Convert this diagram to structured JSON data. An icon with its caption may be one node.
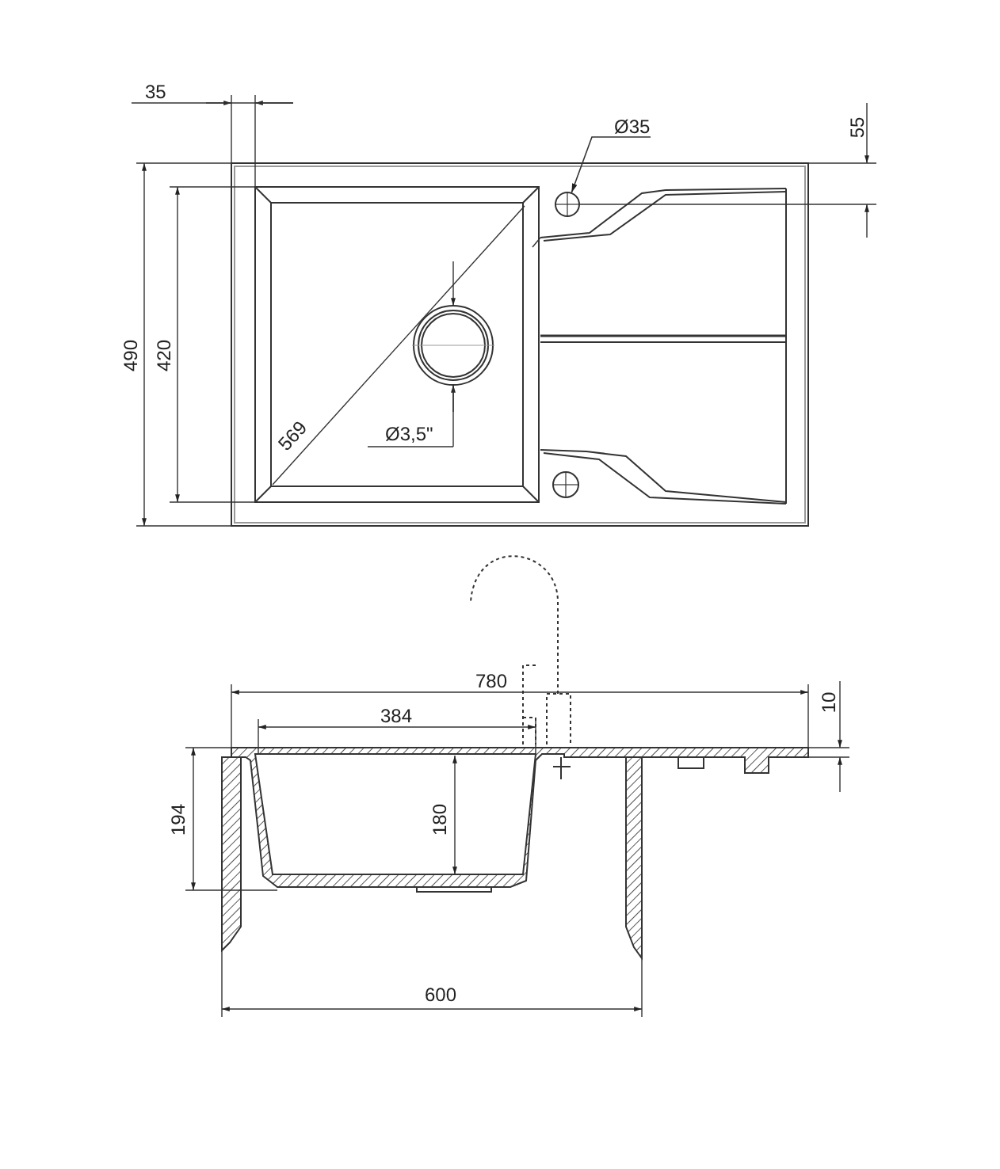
{
  "diagram": {
    "nodes": [
      {
        "text": [
          "Ø35"
        ]
      },
      {
        "text": [],
        "shape": "circle"
      }
    ],
    "edges": [
      {
        "from": 0,
        "to": 1,
        "arrow": "to"
      }
    ],
    "labels": [
      "35",
      "55",
      "490",
      "420",
      "569",
      "Ø3,5\"",
      "780",
      "10",
      "384",
      "194",
      "180",
      "600"
    ]
  }
}
